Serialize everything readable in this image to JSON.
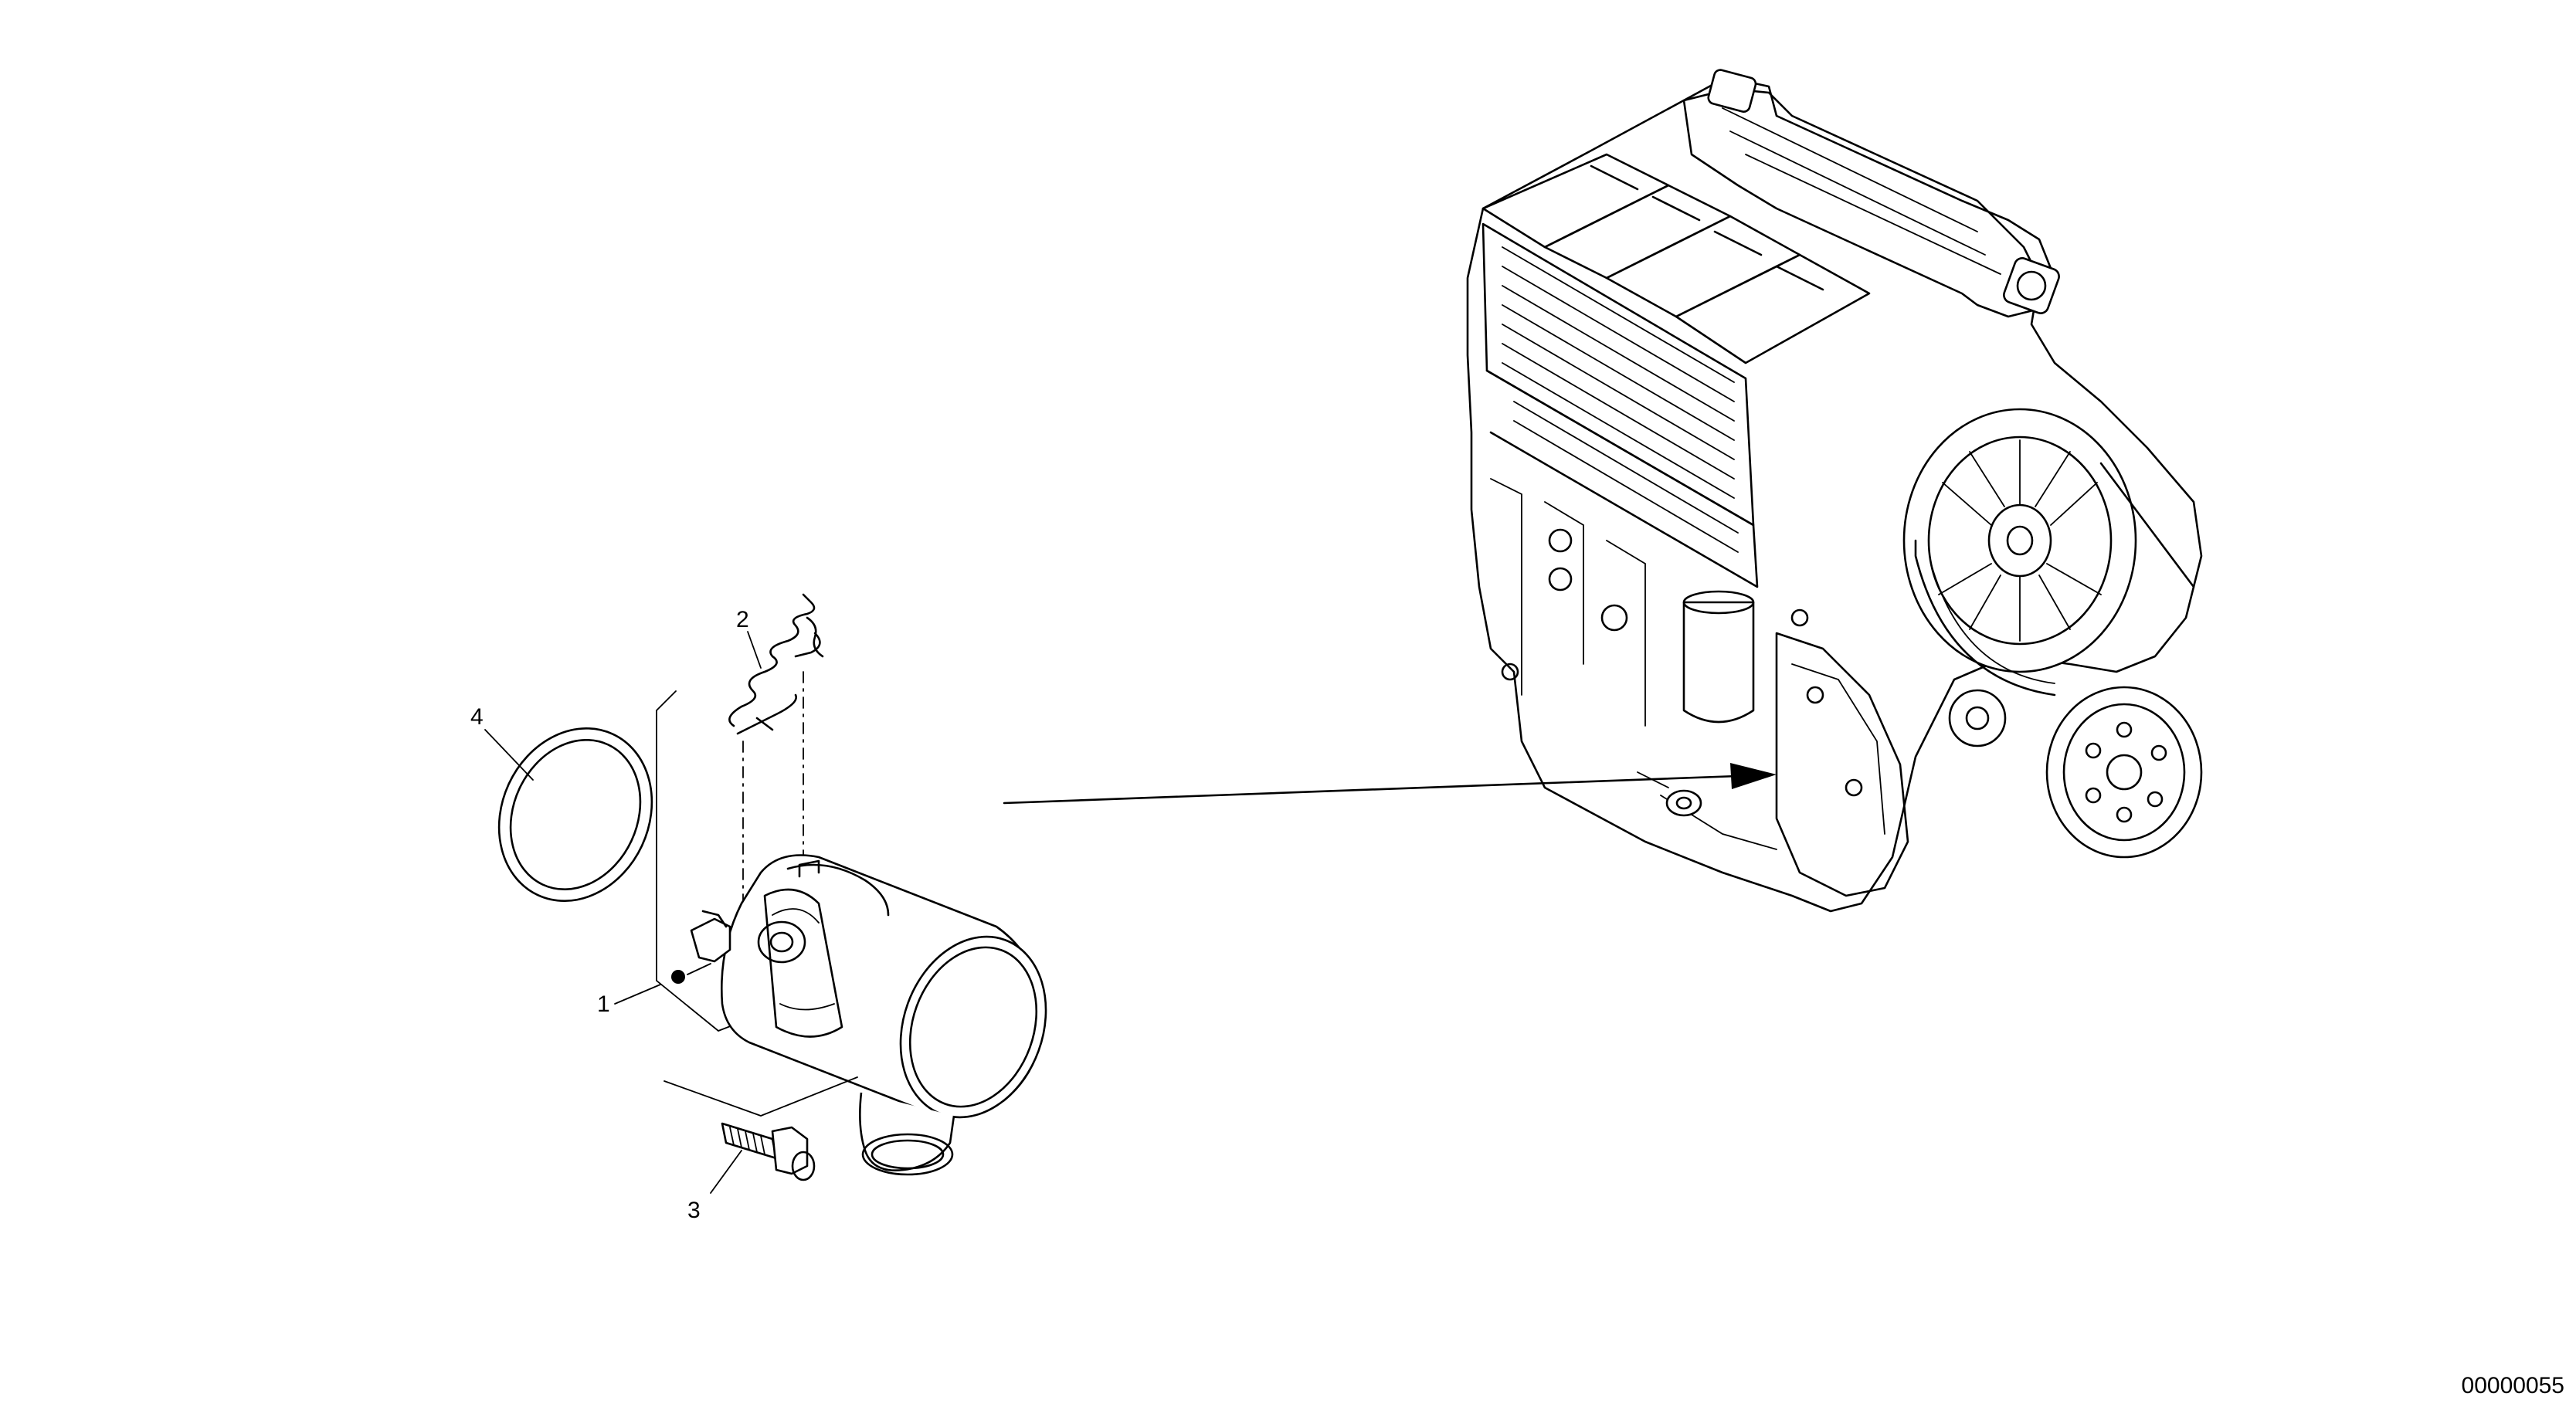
{
  "diagram": {
    "callouts": [
      {
        "id": "1",
        "label": "1"
      },
      {
        "id": "2",
        "label": "2"
      },
      {
        "id": "3",
        "label": "3"
      },
      {
        "id": "4",
        "label": "4"
      }
    ],
    "document_number": "00000055"
  }
}
